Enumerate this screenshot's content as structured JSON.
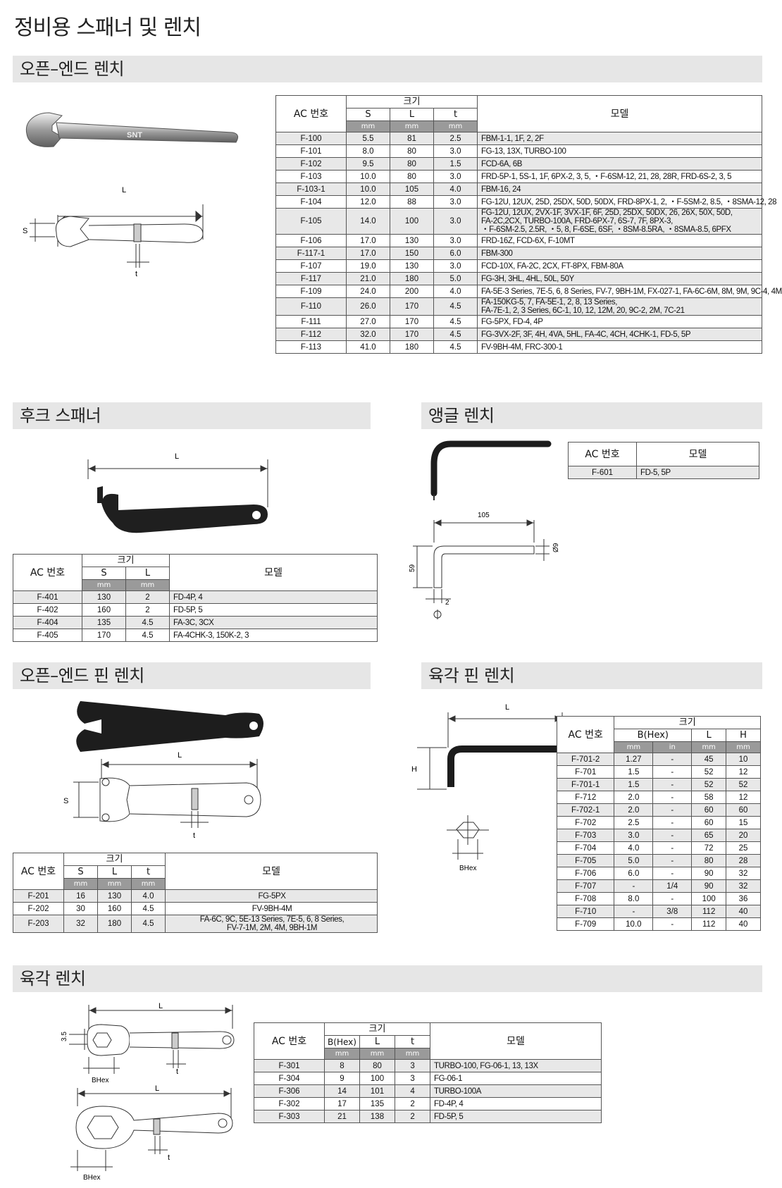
{
  "page": {
    "title": "정비용 스패너 및 렌치"
  },
  "labels": {
    "ac_no": "AC 번호",
    "size": "크기",
    "model": "모델",
    "unit_mm": "mm",
    "unit_in": "in",
    "S": "S",
    "L": "L",
    "t": "t",
    "H": "H",
    "bhex": "B(Hex)"
  },
  "open_end": {
    "title": "오픈–엔드 렌치",
    "drawing": {
      "L": "L",
      "S": "S",
      "t": "t",
      "brand": "SNT"
    },
    "rows": [
      {
        "ac": "F-100",
        "s": "5.5",
        "l": "81",
        "t": "2.5",
        "model": "FBM-1-1, 1F, 2, 2F"
      },
      {
        "ac": "F-101",
        "s": "8.0",
        "l": "80",
        "t": "3.0",
        "model": "FG-13, 13X, TURBO-100"
      },
      {
        "ac": "F-102",
        "s": "9.5",
        "l": "80",
        "t": "1.5",
        "model": "FCD-6A, 6B"
      },
      {
        "ac": "F-103",
        "s": "10.0",
        "l": "80",
        "t": "3.0",
        "model": "FRD-5P-1, 5S-1, 1F, 6PX-2, 3, 5, ・F-6SM-12, 21, 28, 28R, FRD-6S-2, 3, 5"
      },
      {
        "ac": "F-103-1",
        "s": "10.0",
        "l": "105",
        "t": "4.0",
        "model": "FBM-16, 24"
      },
      {
        "ac": "F-104",
        "s": "12.0",
        "l": "88",
        "t": "3.0",
        "model": "FG-12U, 12UX, 25D, 25DX, 50D, 50DX, FRD-8PX-1, 2, ・F-5SM-2, 8.5, ・8SMA-12, 28"
      },
      {
        "ac": "F-105",
        "s": "14.0",
        "l": "100",
        "t": "3.0",
        "model": [
          "FG-12U, 12UX, 2VX-1F, 3VX-1F, 6F, 25D, 25DX, 50DX, 26, 26X, 50X, 50D,",
          "FA-2C,2CX, TURBO-100A, FRD-6PX-7, 6S-7, 7F, 8PX-3,",
          "・F-6SM-2.5, 2.5R, ・5, 8, F-6SE, 6SF, ・8SM-8.5RA, ・8SMA-8.5, 6PFX"
        ]
      },
      {
        "ac": "F-106",
        "s": "17.0",
        "l": "130",
        "t": "3.0",
        "model": "FRD-16Z, FCD-6X, F-10MT"
      },
      {
        "ac": "F-117-1",
        "s": "17.0",
        "l": "150",
        "t": "6.0",
        "model": "FBM-300"
      },
      {
        "ac": "F-107",
        "s": "19.0",
        "l": "130",
        "t": "3.0",
        "model": "FCD-10X, FA-2C, 2CX, FT-8PX, FBM-80A"
      },
      {
        "ac": "F-117",
        "s": "21.0",
        "l": "180",
        "t": "5.0",
        "model": "FG-3H, 3HL, 4HL, 50L, 50Y"
      },
      {
        "ac": "F-109",
        "s": "24.0",
        "l": "200",
        "t": "4.0",
        "model": "FA-5E-3 Series, 7E-5, 6, 8 Series, FV-7, 9BH-1M, FX-027-1, FA-6C-6M, 8M, 9M, 9C-4, 4M"
      },
      {
        "ac": "F-110",
        "s": "26.0",
        "l": "170",
        "t": "4.5",
        "model": [
          "FA-150KG-5, 7, FA-5E-1, 2, 8, 13 Series,",
          "FA-7E-1, 2, 3 Series, 6C-1, 10, 12, 12M, 20, 9C-2, 2M, 7C-21"
        ]
      },
      {
        "ac": "F-111",
        "s": "27.0",
        "l": "170",
        "t": "4.5",
        "model": "FG-5PX, FD-4, 4P"
      },
      {
        "ac": "F-112",
        "s": "32.0",
        "l": "170",
        "t": "4.5",
        "model": "FG-3VX-2F, 3F, 4H, 4VA, 5HL, FA-4C, 4CH, 4CHK-1, FD-5, 5P"
      },
      {
        "ac": "F-113",
        "s": "41.0",
        "l": "180",
        "t": "4.5",
        "model": "FV-9BH-4M, FRC-300-1"
      }
    ]
  },
  "hook": {
    "title": "후크 스패너",
    "drawing": {
      "L": "L"
    },
    "rows": [
      {
        "ac": "F-401",
        "s": "130",
        "l": "2",
        "model": "FD-4P, 4"
      },
      {
        "ac": "F-402",
        "s": "160",
        "l": "2",
        "model": "FD-5P, 5"
      },
      {
        "ac": "F-404",
        "s": "135",
        "l": "4.5",
        "model": "FA-3C, 3CX"
      },
      {
        "ac": "F-405",
        "s": "170",
        "l": "4.5",
        "model": "FA-4CHK-3, 150K-2, 3"
      }
    ]
  },
  "angle": {
    "title": "앵글 렌치",
    "drawing": {
      "len": "105",
      "height": "59",
      "dia": "Ø9",
      "tip": "2"
    },
    "rows": [
      {
        "ac": "F-601",
        "model": "FD-5, 5P"
      }
    ]
  },
  "pin": {
    "title": "오픈–엔드 핀 렌치",
    "drawing": {
      "L": "L",
      "S": "S",
      "t": "t"
    },
    "rows": [
      {
        "ac": "F-201",
        "s": "16",
        "l": "130",
        "t": "4.0",
        "model": "FG-5PX"
      },
      {
        "ac": "F-202",
        "s": "30",
        "l": "160",
        "t": "4.5",
        "model": "FV-9BH-4M"
      },
      {
        "ac": "F-203",
        "s": "32",
        "l": "180",
        "t": "4.5",
        "model": [
          "FA-6C, 9C, 5E-13 Series, 7E-5, 6, 8 Series,",
          "FV-7-1M, 2M, 4M, 9BH-1M"
        ]
      }
    ]
  },
  "hexpin": {
    "title": "육각 핀 렌치",
    "drawing": {
      "L": "L",
      "H": "H",
      "bhex": "BHex"
    },
    "rows": [
      {
        "ac": "F-701-2",
        "b": "1.27",
        "in": "-",
        "l": "45",
        "h": "10"
      },
      {
        "ac": "F-701",
        "b": "1.5",
        "in": "-",
        "l": "52",
        "h": "12"
      },
      {
        "ac": "F-701-1",
        "b": "1.5",
        "in": "-",
        "l": "52",
        "h": "52"
      },
      {
        "ac": "F-712",
        "b": "2.0",
        "in": "-",
        "l": "58",
        "h": "12"
      },
      {
        "ac": "F-702-1",
        "b": "2.0",
        "in": "-",
        "l": "60",
        "h": "60"
      },
      {
        "ac": "F-702",
        "b": "2.5",
        "in": "-",
        "l": "60",
        "h": "15"
      },
      {
        "ac": "F-703",
        "b": "3.0",
        "in": "-",
        "l": "65",
        "h": "20"
      },
      {
        "ac": "F-704",
        "b": "4.0",
        "in": "-",
        "l": "72",
        "h": "25"
      },
      {
        "ac": "F-705",
        "b": "5.0",
        "in": "-",
        "l": "80",
        "h": "28"
      },
      {
        "ac": "F-706",
        "b": "6.0",
        "in": "-",
        "l": "90",
        "h": "32"
      },
      {
        "ac": "F-707",
        "b": "-",
        "in": "1/4",
        "l": "90",
        "h": "32"
      },
      {
        "ac": "F-708",
        "b": "8.0",
        "in": "-",
        "l": "100",
        "h": "36"
      },
      {
        "ac": "F-710",
        "b": "-",
        "in": "3/8",
        "l": "112",
        "h": "40"
      },
      {
        "ac": "F-709",
        "b": "10.0",
        "in": "-",
        "l": "112",
        "h": "40"
      }
    ]
  },
  "hexwrench": {
    "title": "육각 렌치",
    "drawing": {
      "L": "L",
      "t": "t",
      "bhex": "BHex",
      "dim": "3.5"
    },
    "rows": [
      {
        "ac": "F-301",
        "b": "8",
        "l": "80",
        "t": "3",
        "model": "TURBO-100, FG-06-1, 13, 13X"
      },
      {
        "ac": "F-304",
        "b": "9",
        "l": "100",
        "t": "3",
        "model": "FG-06-1"
      },
      {
        "ac": "F-306",
        "b": "14",
        "l": "101",
        "t": "4",
        "model": "TURBO-100A"
      },
      {
        "ac": "F-302",
        "b": "17",
        "l": "135",
        "t": "2",
        "model": "FD-4P, 4"
      },
      {
        "ac": "F-303",
        "b": "21",
        "l": "138",
        "t": "2",
        "model": "FD-5P, 5"
      }
    ]
  }
}
